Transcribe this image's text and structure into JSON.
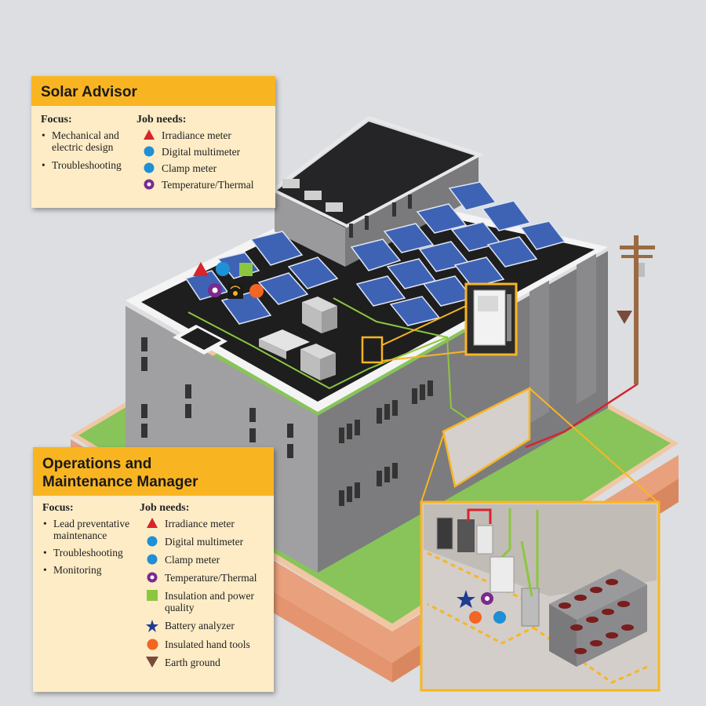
{
  "colors": {
    "irradiance": "#d7232b",
    "multimeter": "#1f8fd6",
    "thermal": "#7b2a8e",
    "insulation": "#8cc63f",
    "battery": "#1f3c94",
    "hand_tools": "#f26522",
    "earth_ground": "#7a4a3a",
    "card_header": "#f9b521",
    "card_body": "#fdecc6"
  },
  "solar_advisor": {
    "title": "Solar Advisor",
    "focus_title": "Focus:",
    "focus": [
      "Mechanical and electric design",
      "Troubleshooting"
    ],
    "needs_title": "Job needs:",
    "needs": [
      {
        "icon": "red-triangle-icon",
        "label": "Irradiance meter"
      },
      {
        "icon": "blue-circle-icon",
        "label": "Digital multimeter"
      },
      {
        "icon": "blue-circle-icon",
        "label": "Clamp meter"
      },
      {
        "icon": "purple-ring-icon",
        "label": "Temperature/Thermal"
      }
    ]
  },
  "om_manager": {
    "title_line1": "Operations and",
    "title_line2": "Maintenance Manager",
    "focus_title": "Focus:",
    "focus": [
      "Lead preventative maintenance",
      "Troubleshooting",
      "Monitoring"
    ],
    "needs_title": "Job needs:",
    "needs": [
      {
        "icon": "red-triangle-icon",
        "label": "Irradiance meter"
      },
      {
        "icon": "blue-circle-icon",
        "label": "Digital multimeter"
      },
      {
        "icon": "blue-circle-icon",
        "label": "Clamp meter"
      },
      {
        "icon": "purple-ring-icon",
        "label": "Temperature/Thermal"
      },
      {
        "icon": "green-square-icon",
        "label": "Insulation and power quality"
      },
      {
        "icon": "blue-star-icon",
        "label": "Battery analyzer"
      },
      {
        "icon": "orange-circle-icon",
        "label": "Insulated hand tools"
      },
      {
        "icon": "brown-triangle-icon",
        "label": "Earth ground"
      }
    ]
  }
}
